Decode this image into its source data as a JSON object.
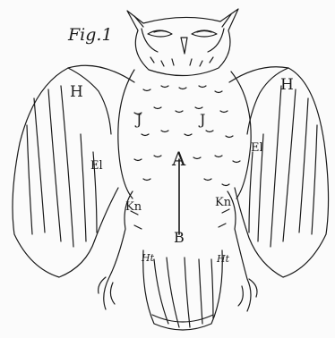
{
  "labels": {
    "figure": "Fig.1",
    "humerus_left": "H",
    "humerus_right": "H",
    "j_left": "J",
    "j_right": "J",
    "elbow_left": "El",
    "elbow_right": "El",
    "point_a": "A",
    "knee_left": "Kn",
    "knee_right": "Kn",
    "point_b": "B",
    "heel_left": "Ht",
    "heel_right": "Ht"
  },
  "colors": {
    "ink": "#1a1a1a",
    "paper": "#fbfbfb"
  }
}
